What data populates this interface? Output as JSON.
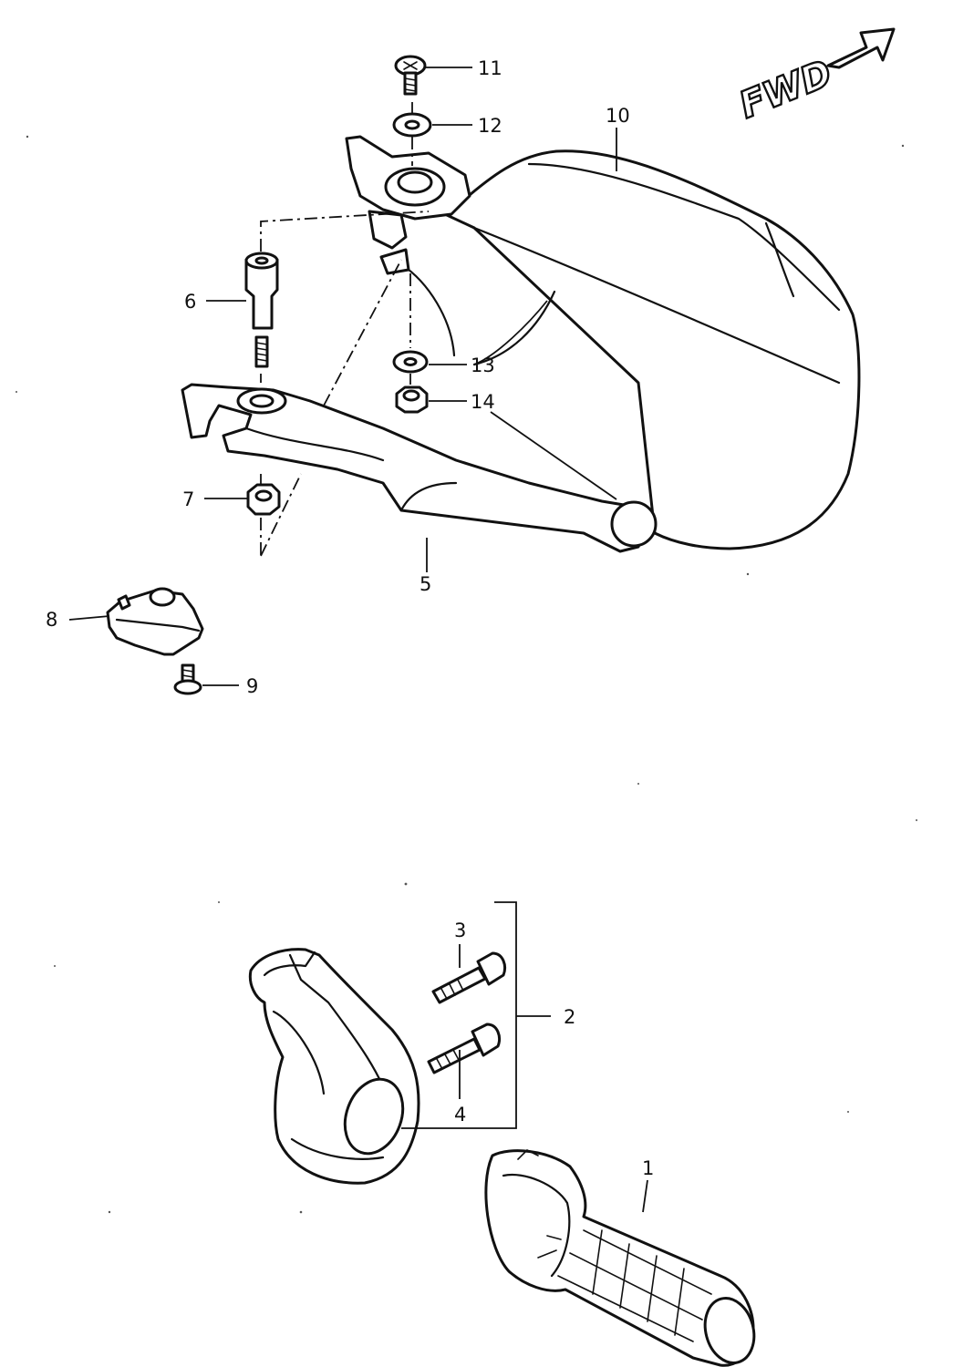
{
  "direction_indicator": {
    "label": "FWD"
  },
  "callouts": {
    "p1": "1",
    "p2": "2",
    "p3": "3",
    "p4": "4",
    "p5": "5",
    "p6": "6",
    "p7": "7",
    "p8": "8",
    "p9": "9",
    "p10": "10",
    "p11": "11",
    "p12": "12",
    "p13": "13",
    "p14": "14"
  },
  "colors": {
    "ink": "#111111",
    "paper": "#ffffff"
  }
}
